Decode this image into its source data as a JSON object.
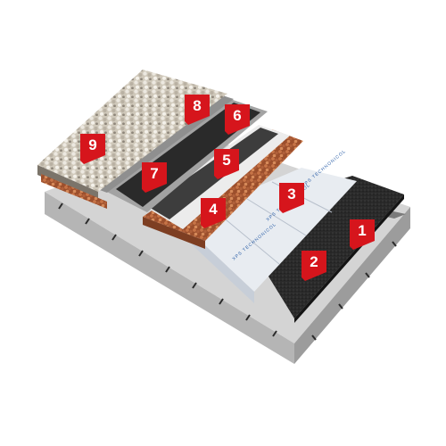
{
  "colors": {
    "badge_red": "#d6151c",
    "concrete": "#c9c9c9",
    "insulation": "#e6eaef",
    "bitumen": "#1f1f1f",
    "gravel_drainage": "#b0613a",
    "pebbles": "#d8d2c6",
    "geotextile": "#9b9b9b"
  },
  "layers": [
    {
      "number": "1"
    },
    {
      "number": "2"
    },
    {
      "number": "3"
    },
    {
      "number": "4"
    },
    {
      "number": "5"
    },
    {
      "number": "6"
    },
    {
      "number": "7"
    },
    {
      "number": "8"
    },
    {
      "number": "9"
    }
  ],
  "board_print": "XPS TECHNONICOL"
}
